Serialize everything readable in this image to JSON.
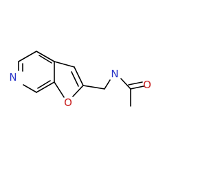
{
  "molecule": {
    "atoms": {
      "pyridine_n": {
        "label": "N",
        "color": "#2a35c8"
      },
      "furan_o": {
        "label": "O",
        "color": "#c81e1e"
      },
      "amide_n": {
        "label": "N",
        "color": "#2a35c8"
      },
      "carbonyl_o": {
        "label": "O",
        "color": "#c81e1e"
      }
    }
  }
}
